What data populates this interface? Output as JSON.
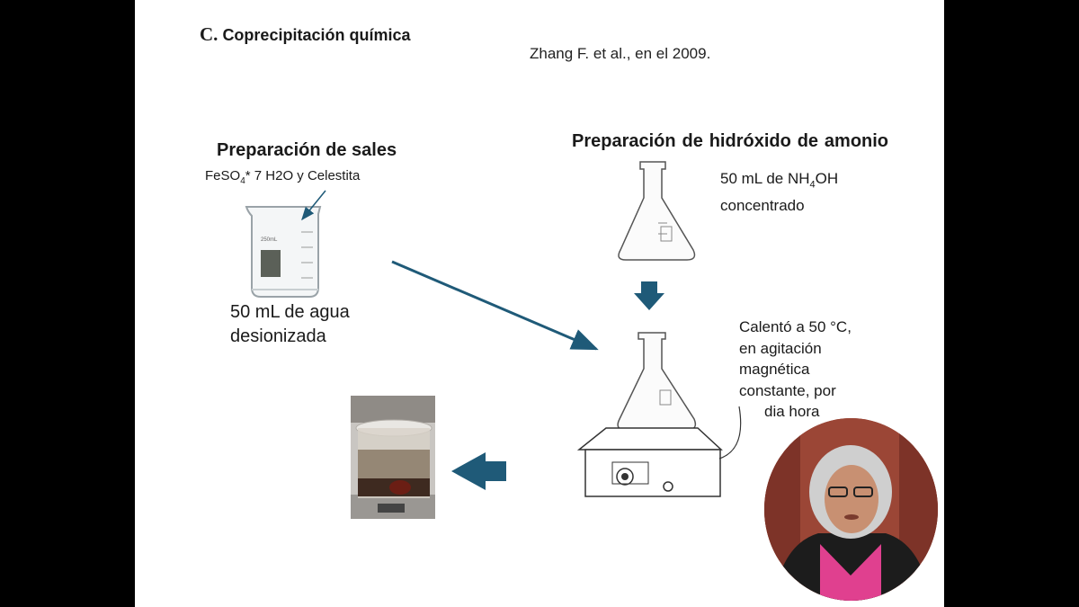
{
  "slide": {
    "section_letter": "C.",
    "section_title": "Coprecipitación química",
    "citation": "Zhang F. et  al., en el 2009.",
    "sales_heading": "Preparación de sales",
    "reagents": {
      "fe": "FeSO",
      "sub": "4",
      "rest": "* 7 H2O y  Celestita"
    },
    "water_line1": "50 mL de agua",
    "water_line2": "desionizada",
    "hydroxide_heading_words": [
      "Preparación",
      "de",
      "hidróxido",
      "de",
      "amonio"
    ],
    "nh4oh": {
      "pre": "50 mL de NH",
      "sub": "4",
      "post": "OH",
      "line2": "concentrado"
    },
    "heat_lines": [
      "Calentó a 50 °C,",
      "en agitación",
      "magnética",
      "constante, por",
      "dia hora"
    ]
  },
  "colors": {
    "arrow": "#1f5a78",
    "background": "#000000",
    "slide": "#ffffff"
  },
  "icons": [
    "beaker-icon",
    "erlenmeyer-flask-icon",
    "hot-plate-icon",
    "down-arrow-icon",
    "left-arrow-icon"
  ]
}
